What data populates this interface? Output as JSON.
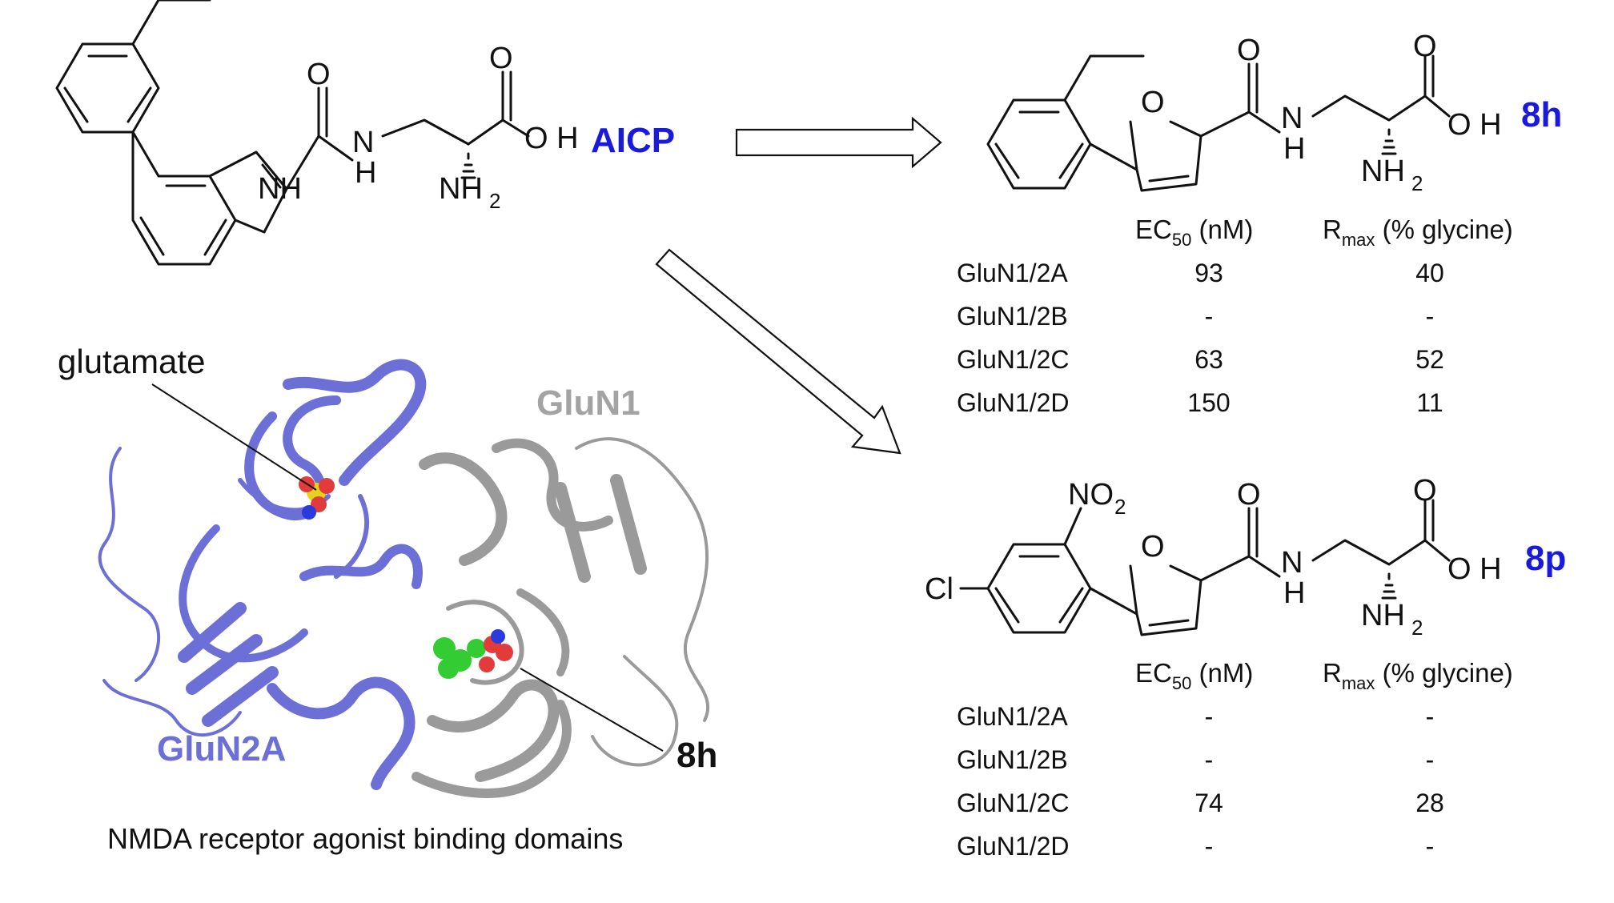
{
  "compounds": {
    "aicp": {
      "name": "AICP",
      "atoms": {
        "O1": "O",
        "O2": "O",
        "OH": "O H",
        "N_amide": "N",
        "H_amide": "H",
        "NH_ring": "NH",
        "NH2": "NH",
        "NH2_sub": "2"
      }
    },
    "c8h": {
      "name": "8h",
      "atoms": {
        "O1": "O",
        "O2": "O",
        "O_furan": "O",
        "OH": "O H",
        "N_amide": "N",
        "H_amide": "H",
        "NH2": "NH",
        "NH2_sub": "2"
      }
    },
    "c8p": {
      "name": "8p",
      "atoms": {
        "O1": "O",
        "O2": "O",
        "O_furan": "O",
        "OH": "O H",
        "N_amide": "N",
        "H_amide": "H",
        "NH2": "NH",
        "NH2_sub": "2",
        "Cl": "Cl",
        "NO2": "NO",
        "NO2_sub": "2"
      }
    }
  },
  "tables": {
    "header": {
      "ec_main": "EC",
      "ec_sub": "50",
      "ec_unit": " (nM)",
      "r_main": "R",
      "r_sub": "max",
      "r_unit": " (% glycine)"
    },
    "t8h": {
      "rows": [
        {
          "label": "GluN1/2A",
          "ec50": "93",
          "rmax": "40"
        },
        {
          "label": "GluN1/2B",
          "ec50": "-",
          "rmax": "-"
        },
        {
          "label": "GluN1/2C",
          "ec50": "63",
          "rmax": "52"
        },
        {
          "label": "GluN1/2D",
          "ec50": "150",
          "rmax": "11"
        }
      ]
    },
    "t8p": {
      "rows": [
        {
          "label": "GluN1/2A",
          "ec50": "-",
          "rmax": "-"
        },
        {
          "label": "GluN1/2B",
          "ec50": "-",
          "rmax": "-"
        },
        {
          "label": "GluN1/2C",
          "ec50": "74",
          "rmax": "28"
        },
        {
          "label": "GluN1/2D",
          "ec50": "-",
          "rmax": "-"
        }
      ]
    }
  },
  "protein": {
    "glutamate_label": "glutamate",
    "glun1_label": "GluN1",
    "glun2a_label": "GluN2A",
    "ligand_label": "8h",
    "caption": "NMDA receptor agonist binding domains",
    "colors": {
      "glun2a": "#6b6fd6",
      "glun1": "#9a9a9a",
      "ligand_carbon": "#33cc33",
      "oxygen": "#e23b3b",
      "sulfur": "#e6d21c",
      "nitrogen": "#2a3bdc"
    }
  },
  "colors": {
    "compound_label": "#1a1adb"
  }
}
